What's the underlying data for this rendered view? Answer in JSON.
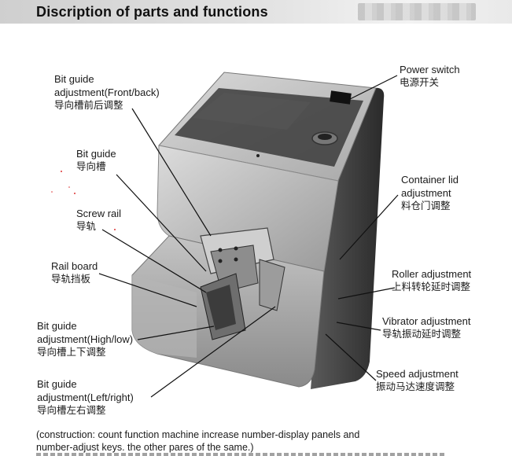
{
  "header": {
    "title": "Discription of parts and functions"
  },
  "labels": {
    "power_switch": {
      "en": "Power switch",
      "cn": "电源开关"
    },
    "bit_guide_front_back": {
      "en1": "Bit guide",
      "en2": "adjustment(Front/back)",
      "cn": "导向槽前后调整"
    },
    "bit_guide": {
      "en": "Bit guide",
      "cn": "导向槽"
    },
    "container_lid": {
      "en1": "Container lid",
      "en2": "adjustment",
      "cn": "料仓门调整"
    },
    "screw_rail": {
      "en": "Screw rail",
      "cn": "导轨"
    },
    "rail_board": {
      "en": "Rail board",
      "cn": "导轨挡板"
    },
    "roller_adjustment": {
      "en": "Roller adjustment",
      "cn": "上料转轮延时调整"
    },
    "vibrator_adjustment": {
      "en": "Vibrator adjustment",
      "cn": "导轨振动延时调整"
    },
    "bit_guide_high_low": {
      "en1": "Bit guide",
      "en2": "adjustment(High/low)",
      "cn": "导向槽上下调整"
    },
    "speed_adjustment": {
      "en": "Speed adjustment",
      "cn": "振动马达速度调整"
    },
    "bit_guide_left_right": {
      "en1": "Bit guide",
      "en2": "adjustment(Left/right)",
      "cn": "导向槽左右调整"
    }
  },
  "footnote": {
    "line1": "(construction: count function machine increase number-display panels and",
    "line2": "number-adjust keys. the other pares of the same.)"
  }
}
